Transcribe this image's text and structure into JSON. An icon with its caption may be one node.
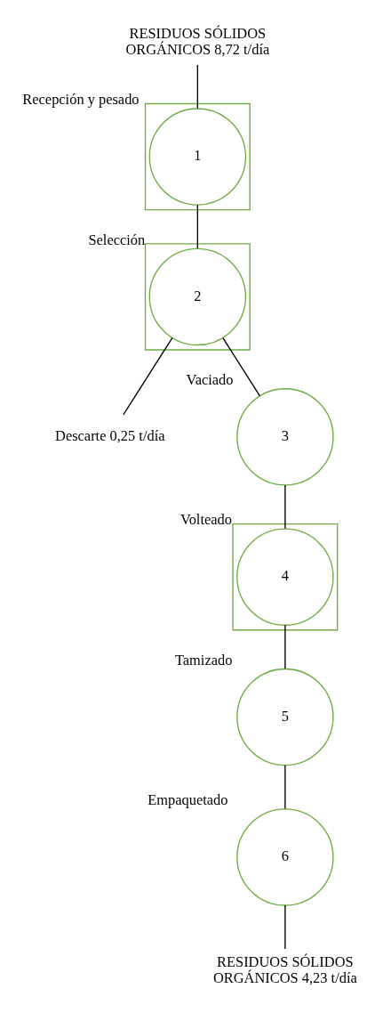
{
  "diagram": {
    "nodes": [
      {
        "text": [
          "RESIDUOS SÓLIDOS ORGÁNICOS 8,72 t/día"
        ]
      },
      {
        "text": [],
        "shape": "box"
      },
      {
        "text": [
          "1"
        ],
        "in": 1,
        "beside": [
          "Recepción y pesado"
        ]
      },
      {
        "text": [],
        "shape": "box"
      },
      {
        "text": [
          "2"
        ],
        "in": 3,
        "beside": [
          "Selección"
        ]
      },
      {
        "text": [
          "Descarte 0,25 t/día"
        ]
      },
      {
        "text": [
          "3"
        ],
        "beside": [
          "Vaciado"
        ]
      },
      {
        "text": [],
        "shape": "box"
      },
      {
        "text": [
          "4"
        ],
        "in": 7,
        "beside": [
          "Volteado"
        ]
      },
      {
        "text": [
          "5"
        ],
        "beside": [
          "Tamizado"
        ]
      },
      {
        "text": [
          "6"
        ],
        "beside": [
          "Empaquetado"
        ]
      },
      {
        "text": [
          "RESIDUOS SÓLIDOS ORGÁNICOS 4,23 t/día"
        ]
      }
    ],
    "edges": [
      {
        "from": 0,
        "to": 2,
        "arrow": "none"
      },
      {
        "from": 2,
        "to": 4,
        "arrow": "none"
      },
      {
        "from": 4,
        "to": 5,
        "arrow": "none"
      },
      {
        "from": 4,
        "to": 6,
        "arrow": "none"
      },
      {
        "from": 6,
        "to": 8,
        "arrow": "none"
      },
      {
        "from": 8,
        "to": 9,
        "arrow": "none"
      },
      {
        "from": 9,
        "to": 10,
        "arrow": "none"
      },
      {
        "from": 10,
        "to": 11,
        "arrow": "none"
      }
    ]
  }
}
